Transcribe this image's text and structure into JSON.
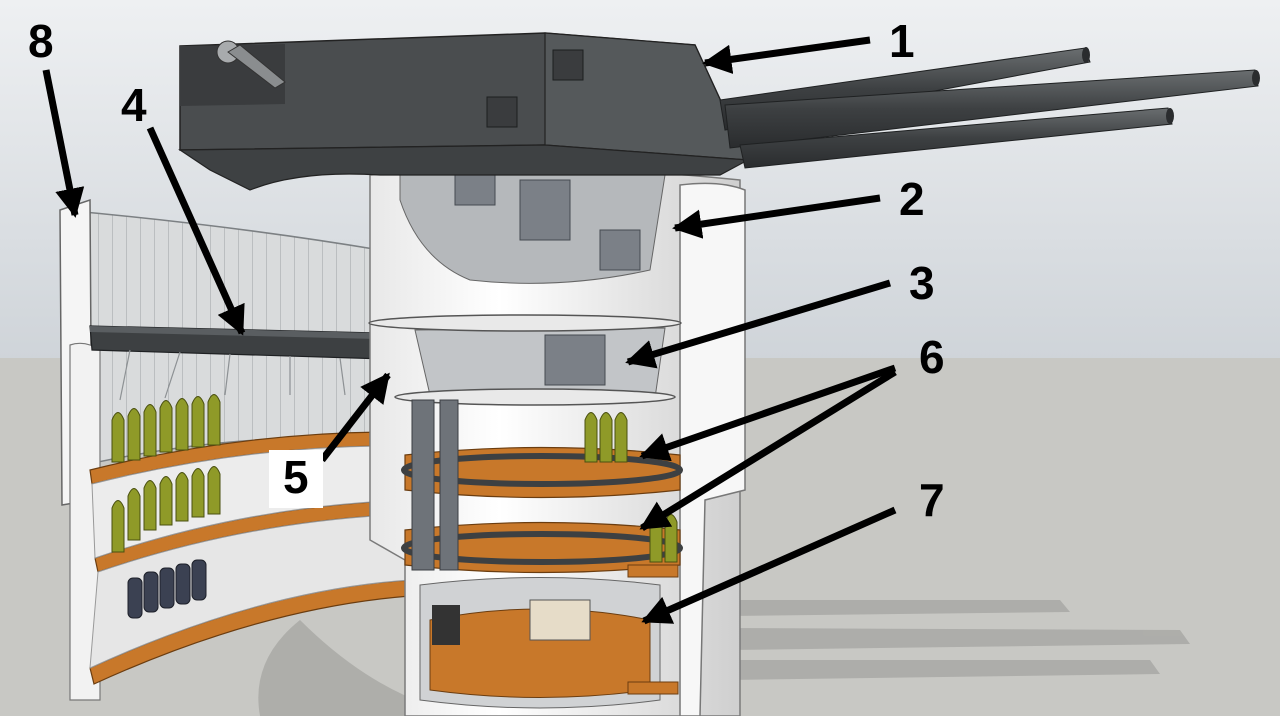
{
  "callouts": [
    {
      "id": "1",
      "label": "1"
    },
    {
      "id": "2",
      "label": "2"
    },
    {
      "id": "3",
      "label": "3"
    },
    {
      "id": "4",
      "label": "4"
    },
    {
      "id": "5",
      "label": "5"
    },
    {
      "id": "6",
      "label": "6"
    },
    {
      "id": "7",
      "label": "7"
    },
    {
      "id": "8",
      "label": "8"
    }
  ],
  "colors": {
    "sky": "#dfe3e7",
    "ground": "#c8c8c4",
    "turret_armor": "#4a4d4f",
    "barrel": "#3d4042",
    "structure_white": "#f4f4f4",
    "deck_orange": "#c8782a",
    "shell_olive": "#8f9a28",
    "powder_charge": "#3b4152",
    "arrow": "#000000"
  }
}
